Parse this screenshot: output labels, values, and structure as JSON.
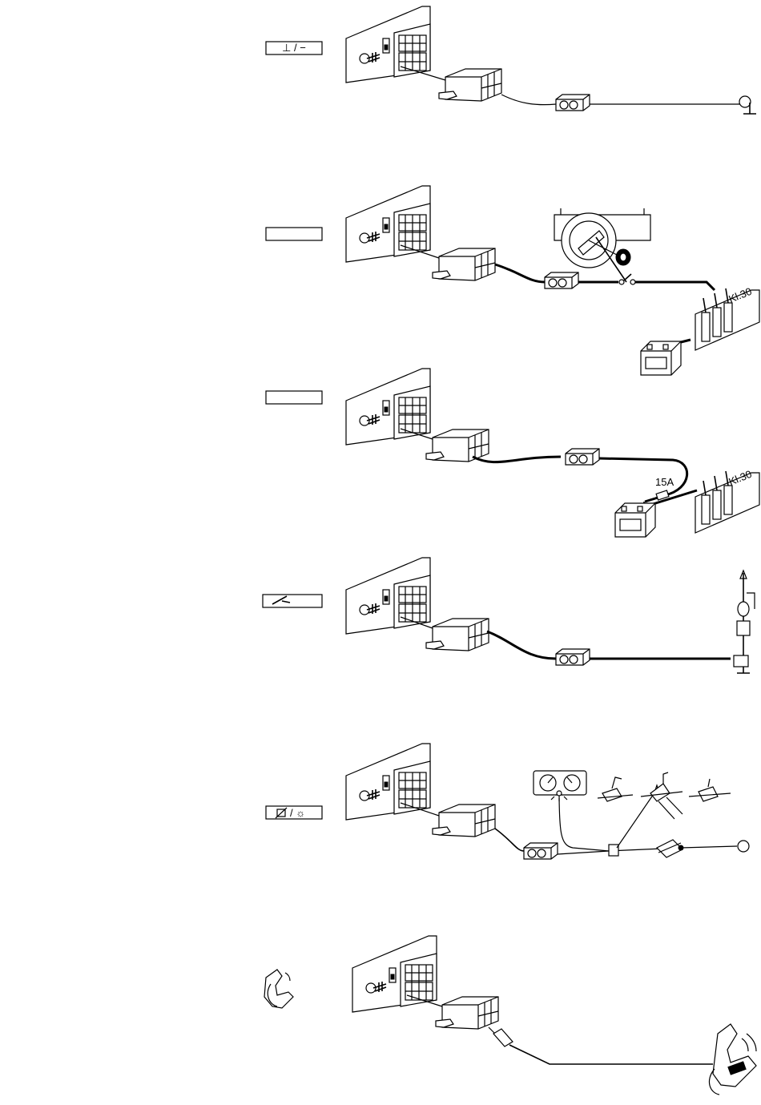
{
  "panels": [
    {
      "id": "ground",
      "icon": "ground-minus-icon",
      "cable": "thin"
    },
    {
      "id": "ignition",
      "icon": "",
      "cable": "thick"
    },
    {
      "id": "battery",
      "icon": "",
      "cable": "thick"
    },
    {
      "id": "antenna",
      "icon": "antenna-icon",
      "cable": "thick"
    },
    {
      "id": "illumination",
      "icon": "illumination-icon",
      "cable": "thin"
    },
    {
      "id": "phone",
      "icon": "telephone-icon",
      "cable": "thin"
    }
  ],
  "labels": {
    "ground_symbol": "⊥ / −",
    "terminal_30_a": "Kl.30",
    "terminal_30_b": "Kl.30",
    "fuse_rating": "15A",
    "illum_symbol": "/ ☼"
  },
  "colors": {
    "line": "#000000",
    "background": "#ffffff"
  }
}
